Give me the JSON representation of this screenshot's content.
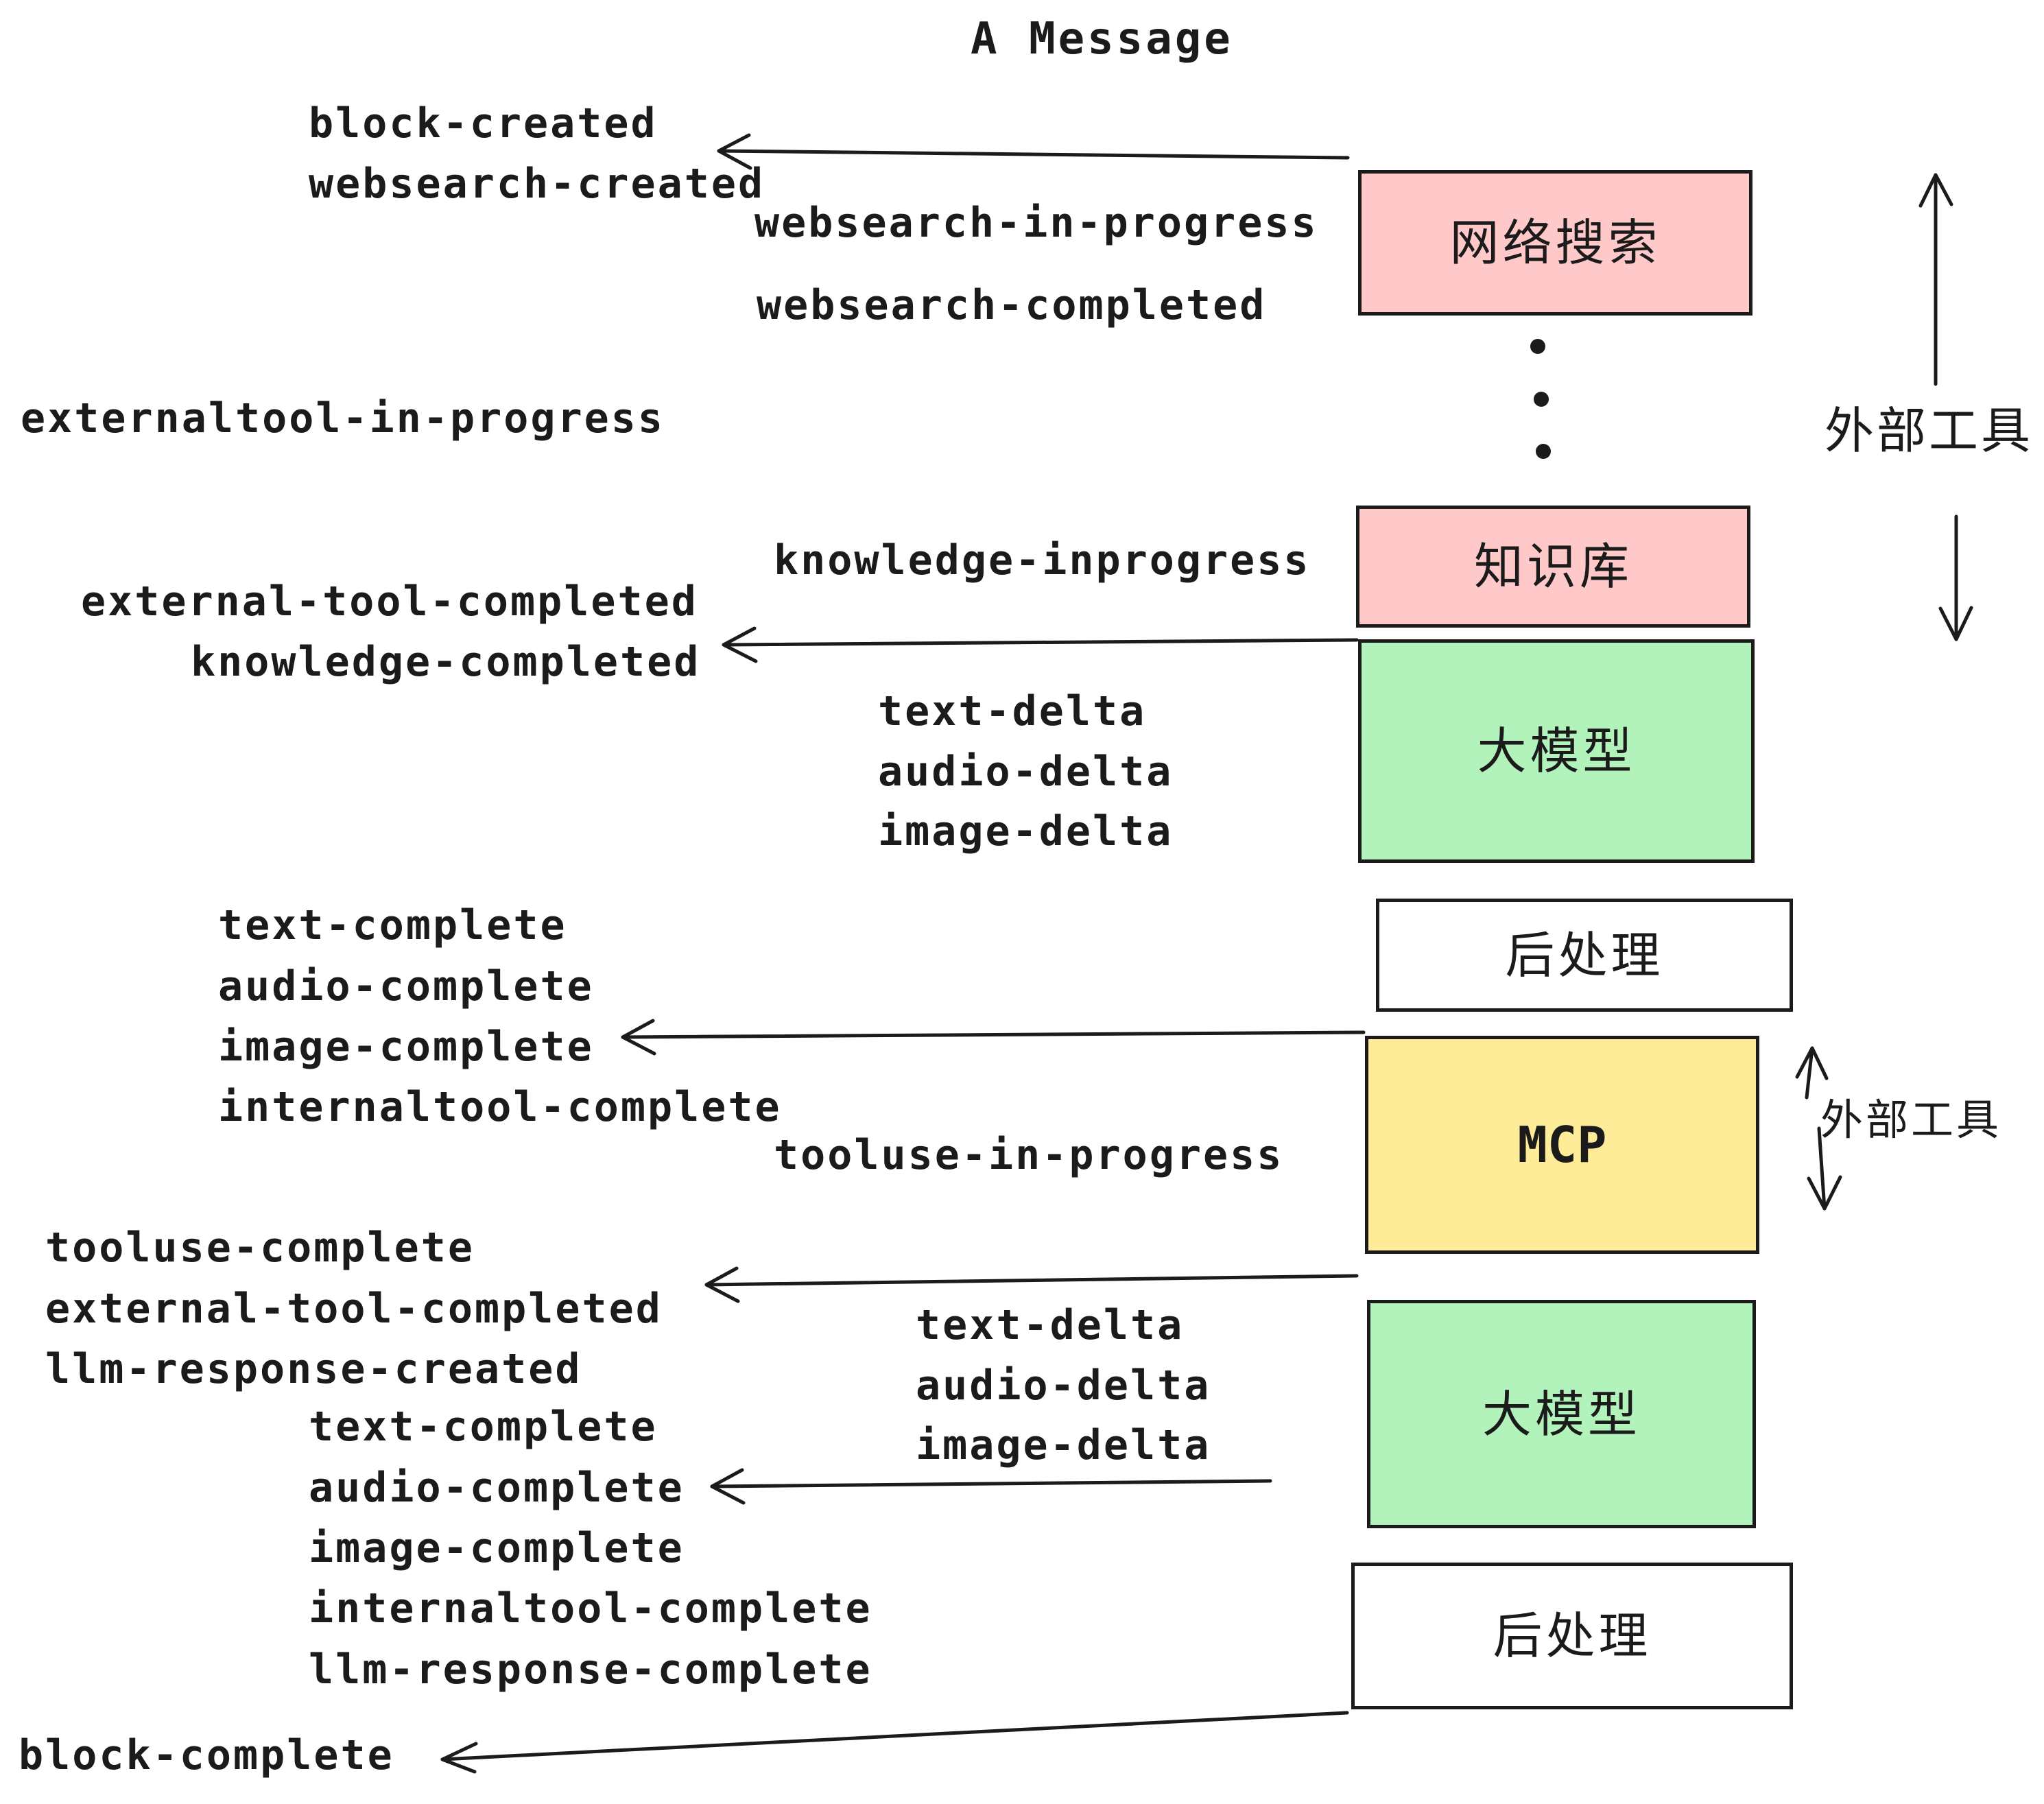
{
  "title": "A Message",
  "colors": {
    "ink": "#1b1b1b",
    "external_tool_box": "#ffc9c9",
    "llm_box": "#b2f2bb",
    "mcp_box": "#ffec99",
    "post_box": "#ffffff",
    "background": "#ffffff"
  },
  "boxes": {
    "websearch": {
      "label": "网络搜索"
    },
    "knowledge": {
      "label": "知识库"
    },
    "llm_top": {
      "label": "大模型"
    },
    "post_top": {
      "label": "后处理"
    },
    "mcp": {
      "label": "MCP"
    },
    "llm_bottom": {
      "label": "大模型"
    },
    "post_bottom": {
      "label": "后处理"
    }
  },
  "annotations": {
    "external_tools_top": "外部工具",
    "external_tools_bottom": "外部工具"
  },
  "events": {
    "block_created": "block-created",
    "websearch_created": "websearch-created",
    "websearch_in_progress": "websearch-in-progress",
    "websearch_completed": "websearch-completed",
    "externaltool_in_progress": "externaltool-in-progress",
    "knowledge_inprogress": "knowledge-inprogress",
    "external_tool_completed_top": "external-tool-completed",
    "knowledge_completed": "knowledge-completed",
    "text_delta_top": "text-delta",
    "audio_delta_top": "audio-delta",
    "image_delta_top": "image-delta",
    "text_complete_top": "text-complete",
    "audio_complete_top": "audio-complete",
    "image_complete_top": "image-complete",
    "internaltool_complete_top": "internaltool-complete",
    "tooluse_in_progress": "tooluse-in-progress",
    "tooluse_complete": "tooluse-complete",
    "external_tool_completed_bottom": "external-tool-completed",
    "llm_response_created": "llm-response-created",
    "text_delta_bottom": "text-delta",
    "audio_delta_bottom": "audio-delta",
    "image_delta_bottom": "image-delta",
    "text_complete_bottom": "text-complete",
    "audio_complete_bottom": "audio-complete",
    "image_complete_bottom": "image-complete",
    "internaltool_complete_bottom": "internaltool-complete",
    "llm_response_complete": "llm-response-complete",
    "block_complete": "block-complete"
  }
}
